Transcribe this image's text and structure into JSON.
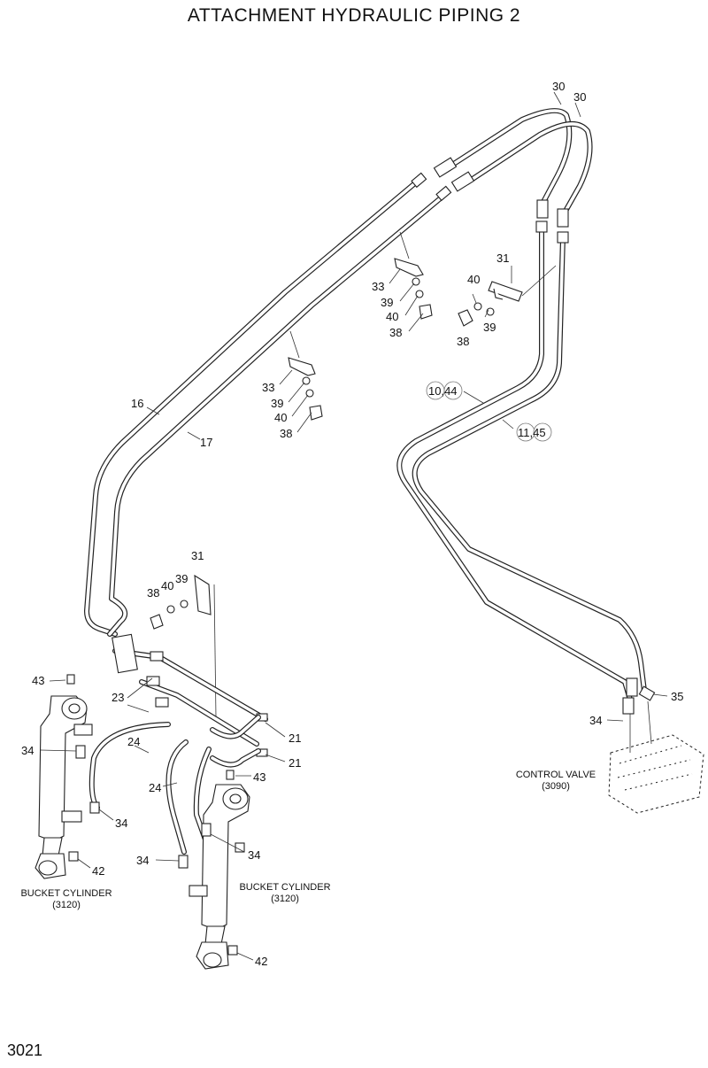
{
  "header": {
    "title": "ATTACHMENT HYDRAULIC PIPING 2"
  },
  "footer": {
    "page_number": "3021"
  },
  "callouts": {
    "c30a": "30",
    "c30b": "30",
    "c31a": "31",
    "c31b": "31",
    "c33a": "33",
    "c33b": "33",
    "c39a": "39",
    "c39b": "39",
    "c39c": "39",
    "c39d": "39",
    "c40a": "40",
    "c40b": "40",
    "c40c": "40",
    "c40d": "40",
    "c38a": "38",
    "c38b": "38",
    "c38c": "38",
    "c38d": "38",
    "c16": "16",
    "c17": "17",
    "c1044": "10,44",
    "c1145": "11,45",
    "c23": "23",
    "c21a": "21",
    "c21b": "21",
    "c24a": "24",
    "c24b": "24",
    "c43a": "43",
    "c43b": "43",
    "c34a": "34",
    "c34b": "34",
    "c34c": "34",
    "c34d": "34",
    "c34e": "34",
    "c35": "35",
    "c42a": "42",
    "c42b": "42"
  },
  "captions": {
    "bucket_left_name": "BUCKET CYLINDER",
    "bucket_left_ref": "(3120)",
    "bucket_right_name": "BUCKET CYLINDER",
    "bucket_right_ref": "(3120)",
    "control_valve_name": "CONTROL VALVE",
    "control_valve_ref": "(3090)"
  }
}
